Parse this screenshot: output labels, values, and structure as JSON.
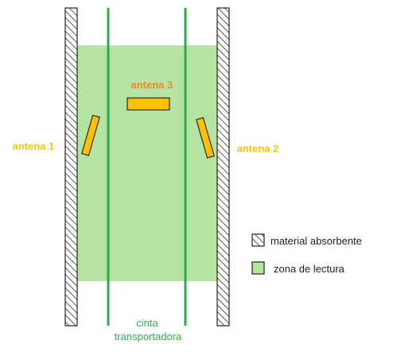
{
  "labels": {
    "antenna_1": "antena 1",
    "antenna_2": "antena 2",
    "antenna_3": "antena 3",
    "conveyor_line1": "cinta",
    "conveyor_line2": "transportadora"
  },
  "legend": {
    "absorbent": "material absorbente",
    "read_zone": "zona de lectura"
  },
  "colors": {
    "read_zone": "#b5e3a1",
    "conveyor": "#2eaa47",
    "antenna_fill": "#ffc000",
    "antenna_stroke": "#2b2b2b",
    "antenna_side_label": "#f5c21b",
    "antenna_top_label": "#f08a24",
    "conveyor_label": "#3aa856",
    "legend_text": "#222222",
    "hatch": "#333333"
  }
}
